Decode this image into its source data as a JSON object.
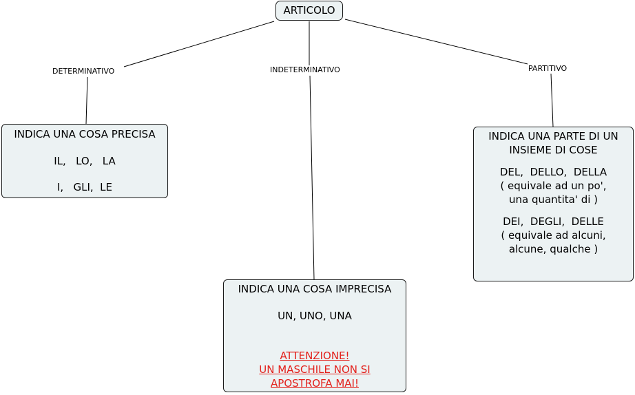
{
  "root": {
    "label": "ARTICOLO"
  },
  "edges": {
    "determinativo": "DETERMINATIVO",
    "indeterminativo": "INDETERMINATIVO",
    "partitivo": "PARTITIVO"
  },
  "determinativo": {
    "title": "INDICA UNA COSA PRECISA",
    "singular": "IL,   LO,   LA",
    "plural": "I,   GLI,  LE"
  },
  "indeterminativo": {
    "title": "INDICA UNA COSA IMPRECISA",
    "forms": "UN, UNO, UNA",
    "warning": [
      "ATTENZIONE!",
      "UN MASCHILE NON SI",
      "APOSTROFA MAI!"
    ]
  },
  "partitivo": {
    "title": [
      "INDICA UNA PARTE DI UN",
      "INSIEME DI COSE"
    ],
    "singular": "DEL,  DELLO,  DELLA",
    "singular_note": [
      "( equivale ad un po',",
      "una quantita' di )"
    ],
    "plural": "DEI,  DEGLI,  DELLE",
    "plural_note": [
      "( equivale ad alcuni,",
      "alcune, qualche )"
    ]
  },
  "colors": {
    "node_fill": "#ecf2f3",
    "warning": "#e3201b"
  }
}
